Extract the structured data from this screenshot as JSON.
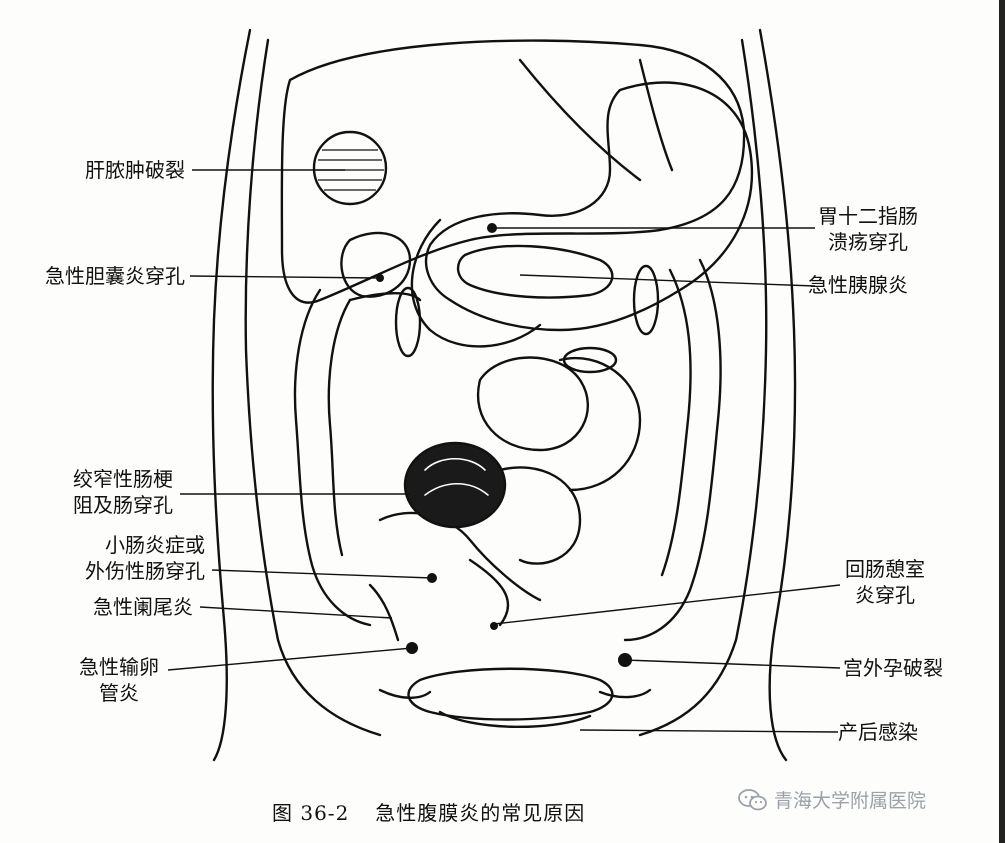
{
  "labels": {
    "liver_abscess": "肝脓肿破裂",
    "gallbladder": "急性胆囊炎穿孔",
    "duodenal_line1": "胃十二指肠",
    "duodenal_line2": "溃疡穿孔",
    "pancreatitis": "急性胰腺炎",
    "strangulated_line1": "绞窄性肠梗",
    "strangulated_line2": "阻及肠穿孔",
    "small_bowel_line1": "小肠炎症或",
    "small_bowel_line2": "外伤性肠穿孔",
    "appendicitis": "急性阑尾炎",
    "salpingitis_line1": "急性输卵",
    "salpingitis_line2": "管炎",
    "ileal_diverticulum_line1": "回肠憩室",
    "ileal_diverticulum_line2": "炎穿孔",
    "ectopic": "宫外孕破裂",
    "postpartum": "产后感染"
  },
  "caption": {
    "figure_number": "图 36-2",
    "title": "急性腹膜炎的常见原因"
  },
  "watermark": {
    "text": "青海大学附属医院",
    "icon": "wechat-icon"
  },
  "colors": {
    "ink": "#111111",
    "watermark": "#9aa1a8",
    "paper": "#fdfdfb"
  }
}
